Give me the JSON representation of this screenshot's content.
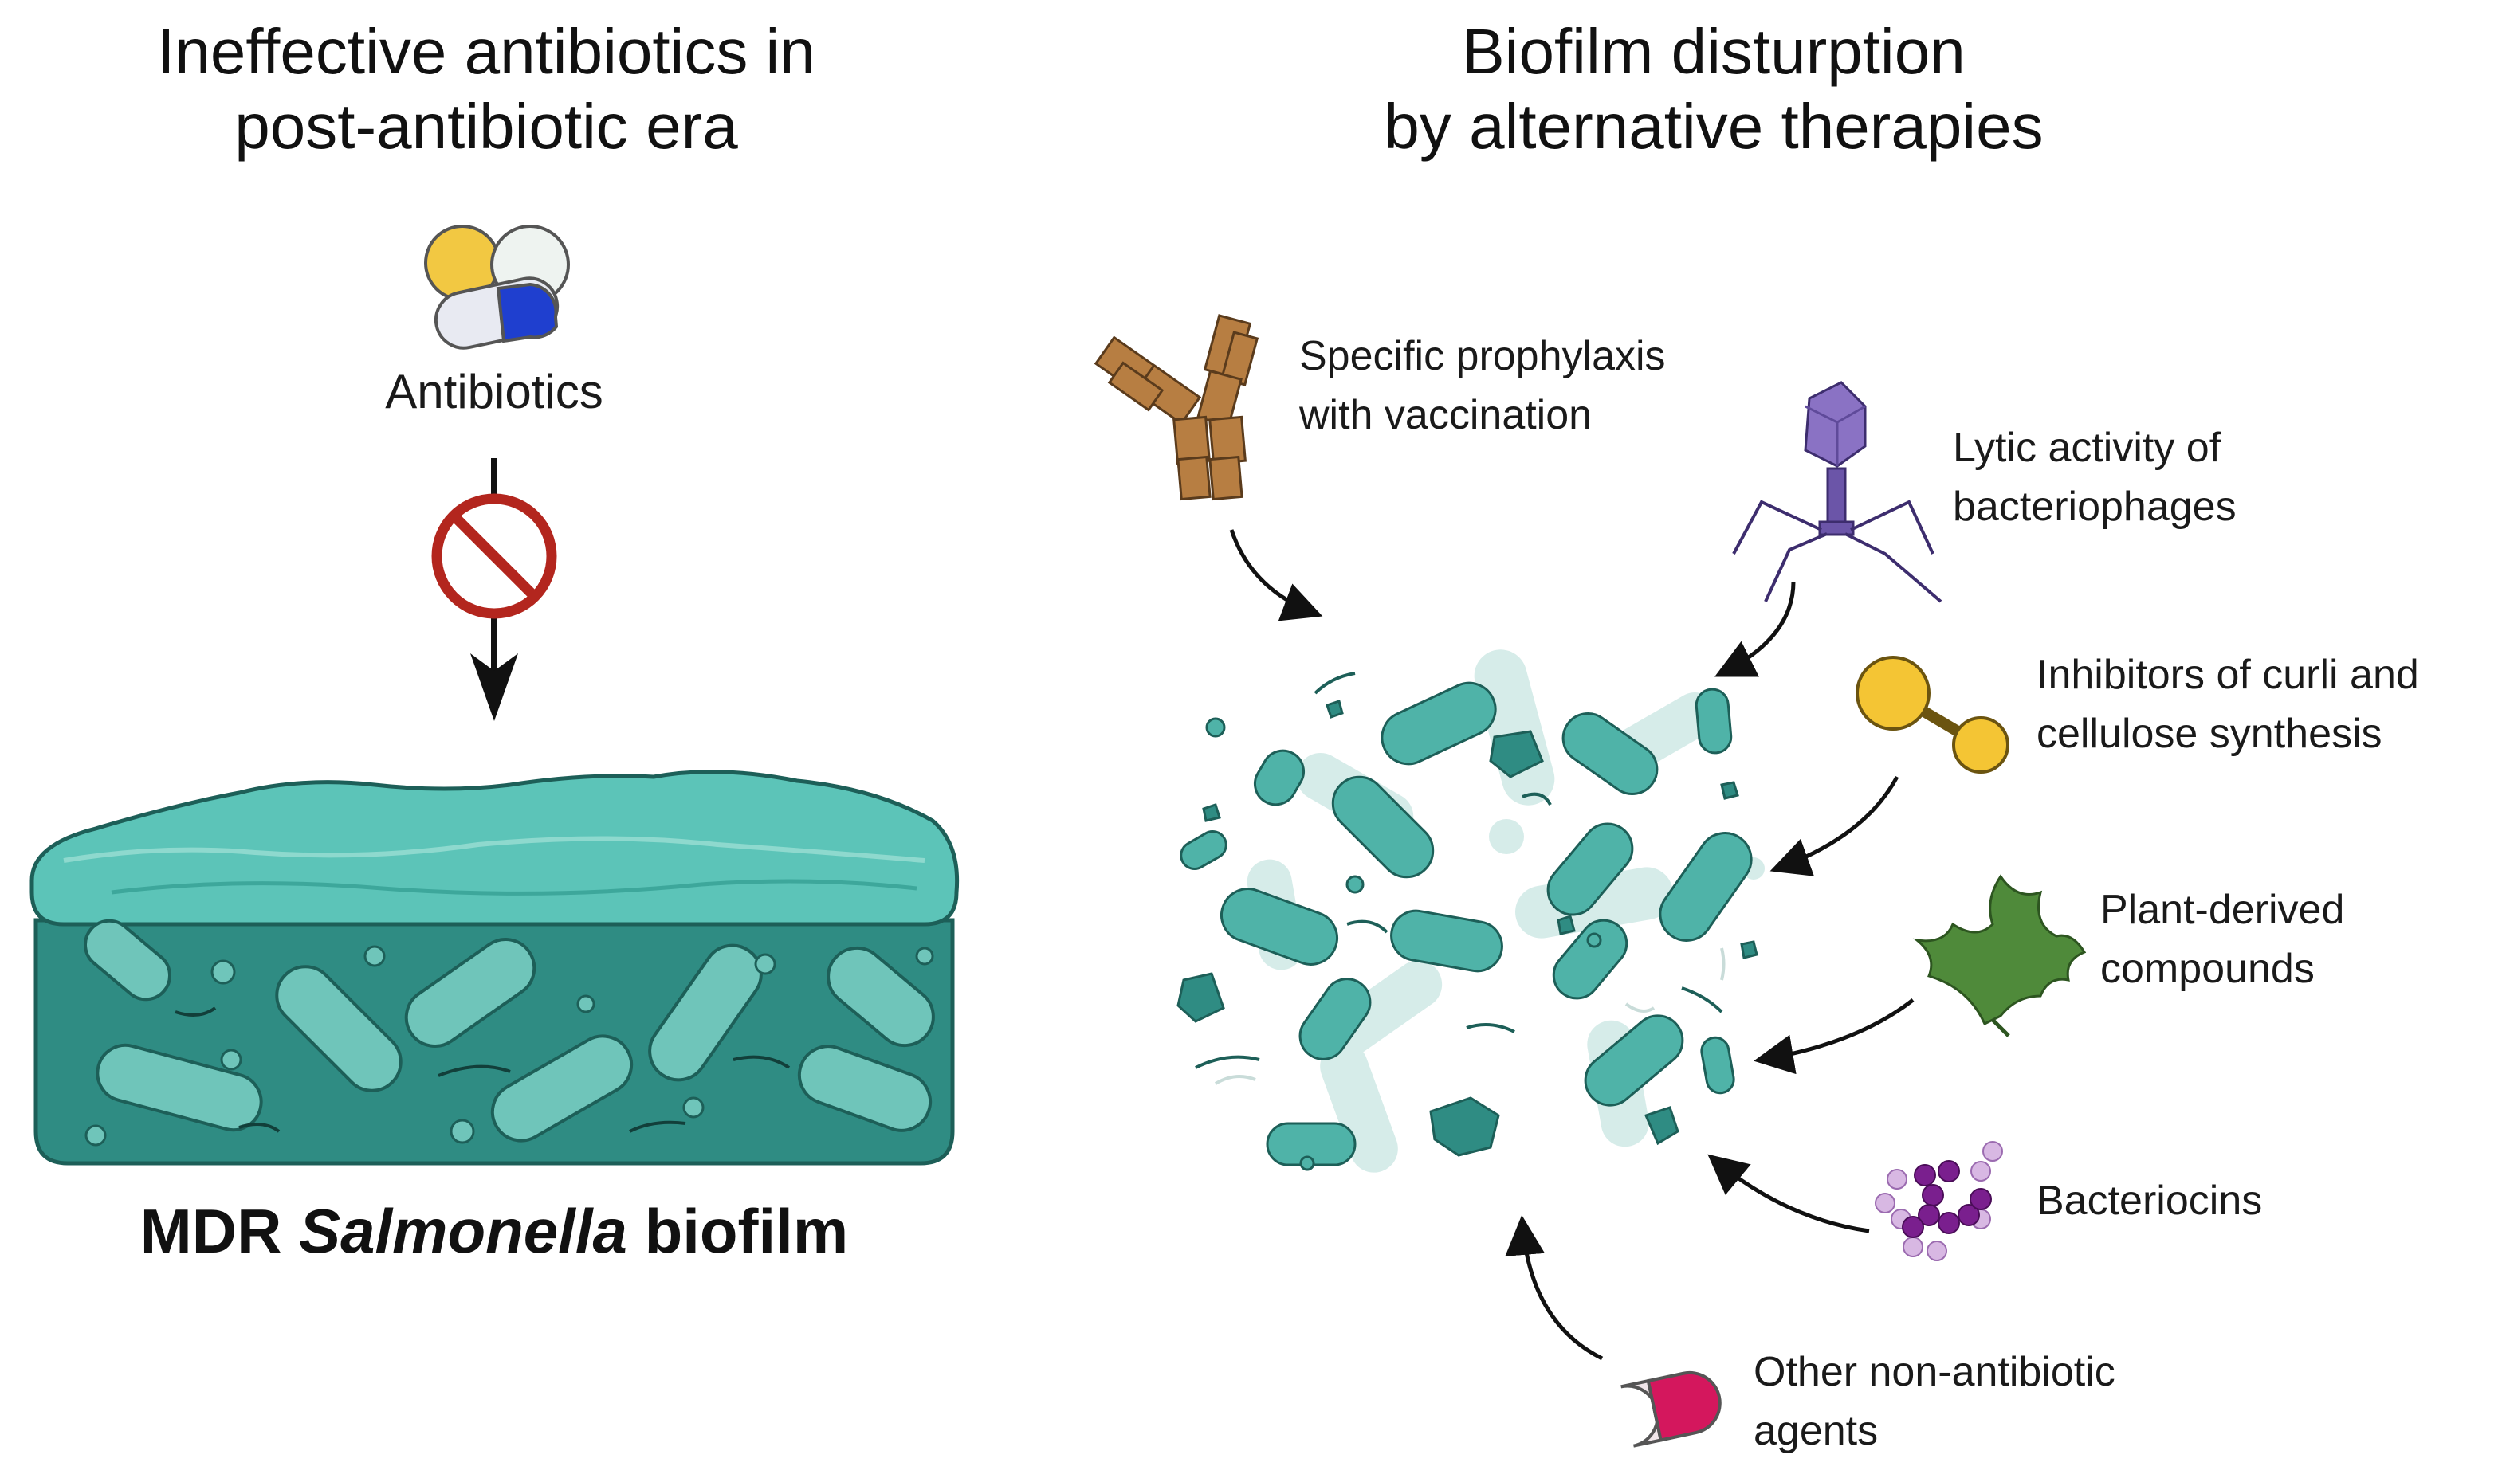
{
  "left_panel": {
    "title_lines": [
      "Ineffective antibiotics in",
      "post-antibiotic era"
    ],
    "antibiotics_label": "Antibiotics",
    "biofilm_label": {
      "prefix": "MDR ",
      "italic": "Salmonella",
      "suffix": " biofilm"
    }
  },
  "right_panel": {
    "title_lines": [
      "Biofilm disturption",
      "by alternative therapies"
    ],
    "therapies": [
      {
        "id": "vaccination",
        "icon": "antibody-icon",
        "lines": [
          "Specific prophylaxis",
          "with vaccination"
        ]
      },
      {
        "id": "phages",
        "icon": "bacteriophage-icon",
        "lines": [
          "Lytic activity of",
          "bacteriophages"
        ]
      },
      {
        "id": "curli",
        "icon": "molecule-icon",
        "lines": [
          "Inhibitors of curli and",
          "cellulose synthesis"
        ]
      },
      {
        "id": "plant",
        "icon": "leaf-icon",
        "lines": [
          "Plant-derived",
          "compounds"
        ]
      },
      {
        "id": "bacteriocins",
        "icon": "peptide-chain-icon",
        "lines": [
          "Bacteriocins"
        ]
      },
      {
        "id": "other",
        "icon": "capsule-icon",
        "lines": [
          "Other non-antibiotic",
          "agents"
        ]
      }
    ]
  },
  "colors": {
    "biofilm_dark": "#2f8c83",
    "biofilm_top": "#5cc4b8",
    "bacteria": "#4fb3a8",
    "bacteria_faded": "#d6ece9",
    "prohibition_red": "#b3261e",
    "antibody_brown": "#a8743c",
    "phage_purple": "#8a72c4",
    "molecule_yellow": "#f4c534",
    "leaf_green": "#4f8a3a",
    "bacteriocin_purple": "#7a1f8e",
    "capsule_pink": "#d4175d"
  }
}
